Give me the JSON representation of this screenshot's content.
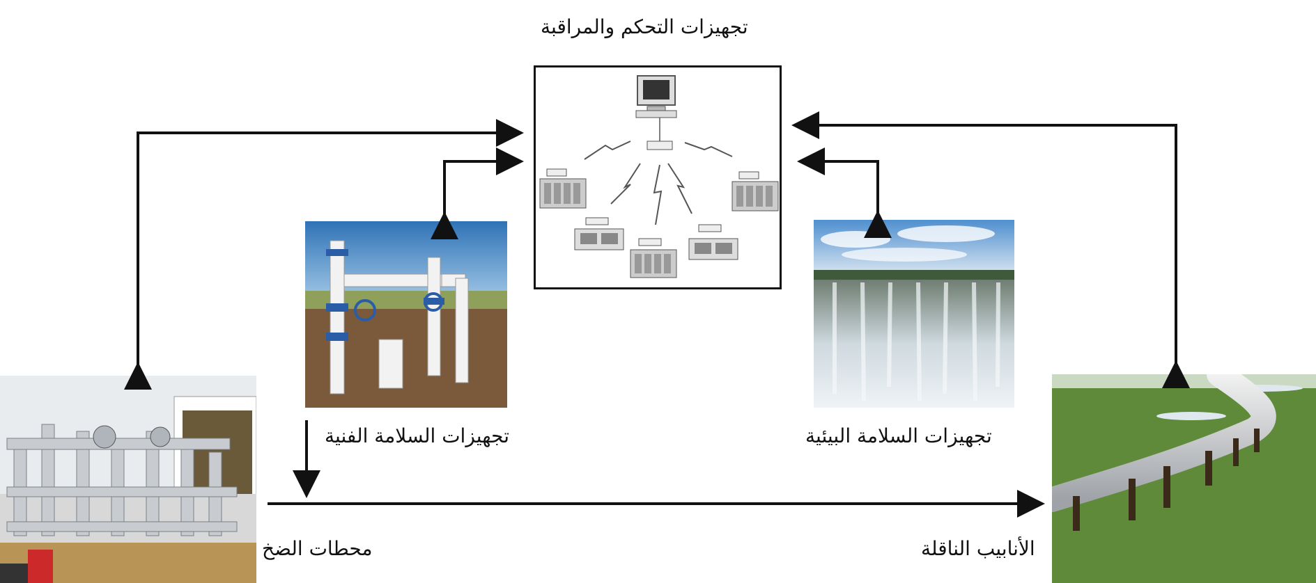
{
  "labels": {
    "control": "تجهيزات التحكم والمراقبة",
    "technical_safety": "تجهيزات السلامة الفنية",
    "environmental_safety": "تجهيزات السلامة البيئية",
    "pump_stations": "محطات الضخ",
    "pipelines": "الأنابيب الناقلة"
  },
  "colors": {
    "arrow": "#111111",
    "sky": "#3f86c9",
    "soil": "#7a5a3a",
    "grass": "#5e8a3a",
    "water": "#dfe8ef"
  }
}
